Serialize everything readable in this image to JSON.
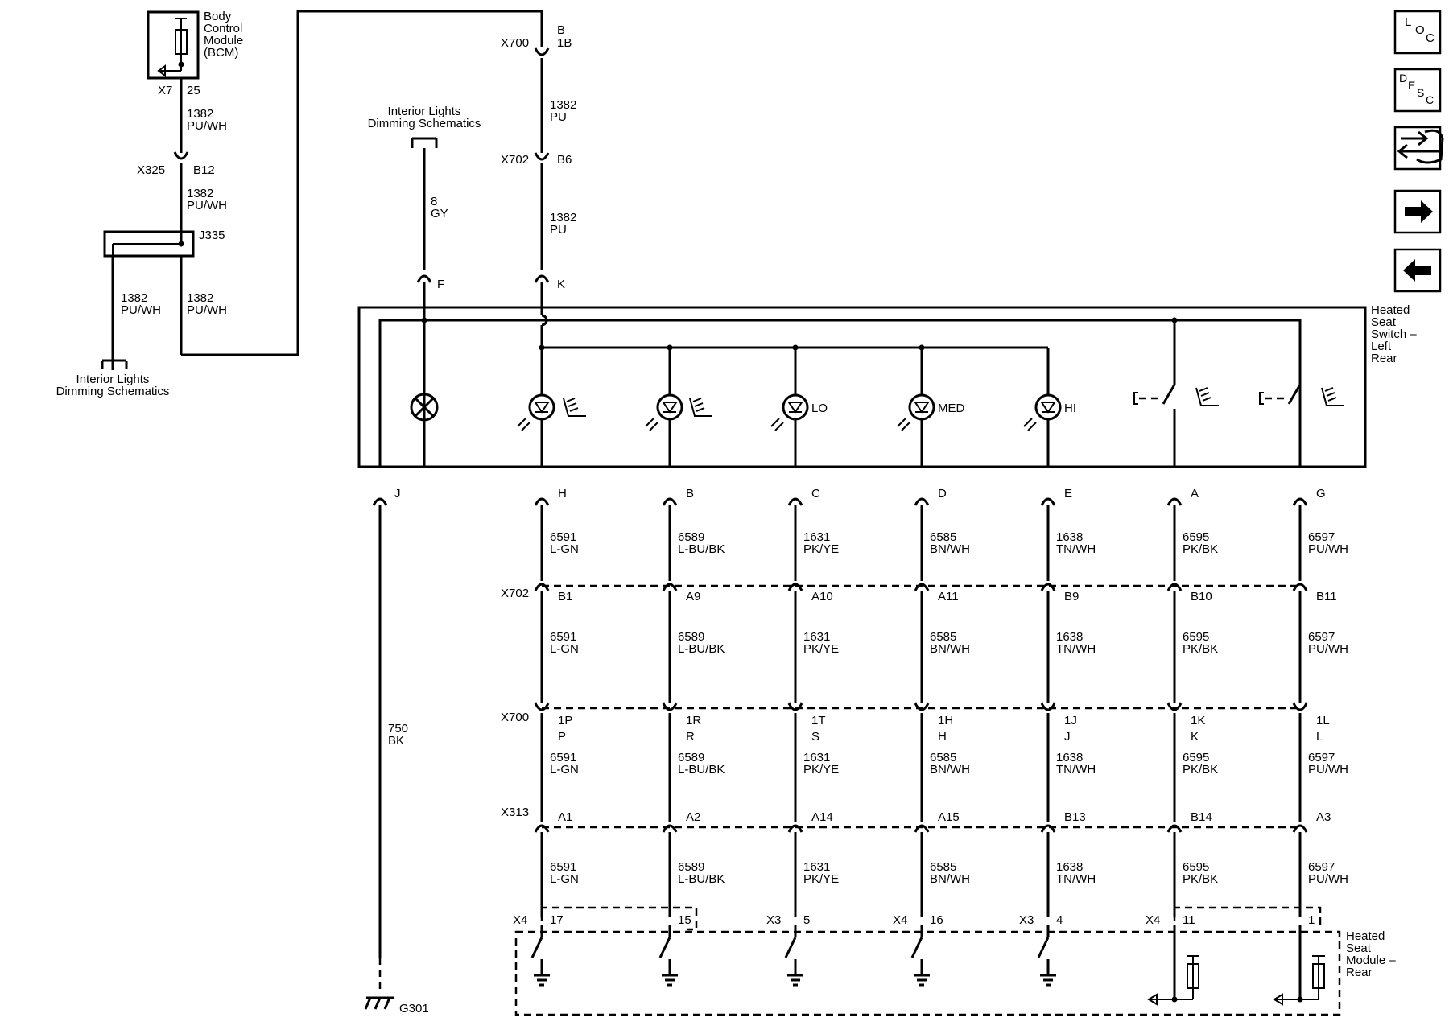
{
  "bcm": {
    "label": "Body\nControl\nModule\n(BCM)",
    "conn": "X7",
    "pin": "25"
  },
  "x325": {
    "conn": "X325",
    "pin": "B12"
  },
  "j335": {
    "label": "J335"
  },
  "bcm_wires": [
    {
      "num": "1382",
      "color": "PU/WH"
    },
    {
      "num": "1382",
      "color": "PU/WH"
    },
    {
      "num": "1382",
      "color": "PU/WH"
    },
    {
      "num": "1382",
      "color": "PU/WH"
    }
  ],
  "dimming_left": {
    "label": "Interior Lights\nDimming Schematics"
  },
  "dimming_top": {
    "label": "Interior Lights\nDimming Schematics"
  },
  "gray_wire": {
    "num": "8",
    "color": "GY",
    "pin": "F"
  },
  "x700_top": {
    "conn": "X700",
    "pin_top": "B",
    "pin_bottom": "1B"
  },
  "x702_top": {
    "conn": "X702",
    "pin": "B6"
  },
  "k_pin": "K",
  "top_wires": [
    {
      "num": "1382",
      "color": "PU"
    },
    {
      "num": "1382",
      "color": "PU"
    }
  ],
  "switch_module": {
    "label": "Heated\nSeat\nSwitch –\nLeft\nRear"
  },
  "seat_module": {
    "label": "Heated\nSeat\nModule –\nRear"
  },
  "indicator_labels": [
    "LO",
    "MED",
    "HI"
  ],
  "ground": {
    "pin": "J",
    "num": "750",
    "color": "BK",
    "label": "G301"
  },
  "connector_names": {
    "x702": "X702",
    "x700": "X700",
    "x313": "X313"
  },
  "circuits": [
    {
      "sw_pin": "H",
      "num": "6591",
      "color": "L-GN",
      "x702": "B1",
      "x700a": "1P",
      "x700b": "P",
      "x313": "A1",
      "mod_conn": "X4",
      "mod_pin": "17"
    },
    {
      "sw_pin": "B",
      "num": "6589",
      "color": "L-BU/BK",
      "x702": "A9",
      "x700a": "1R",
      "x700b": "R",
      "x313": "A2",
      "mod_conn": "",
      "mod_pin": "15"
    },
    {
      "sw_pin": "C",
      "num": "1631",
      "color": "PK/YE",
      "x702": "A10",
      "x700a": "1T",
      "x700b": "S",
      "x313": "A14",
      "mod_conn": "X3",
      "mod_pin": "5"
    },
    {
      "sw_pin": "D",
      "num": "6585",
      "color": "BN/WH",
      "x702": "A11",
      "x700a": "1H",
      "x700b": "H",
      "x313": "A15",
      "mod_conn": "X4",
      "mod_pin": "16"
    },
    {
      "sw_pin": "E",
      "num": "1638",
      "color": "TN/WH",
      "x702": "B9",
      "x700a": "1J",
      "x700b": "J",
      "x313": "B13",
      "mod_conn": "X3",
      "mod_pin": "4"
    },
    {
      "sw_pin": "A",
      "num": "6595",
      "color": "PK/BK",
      "x702": "B10",
      "x700a": "1K",
      "x700b": "K",
      "x313": "B14",
      "mod_conn": "X4",
      "mod_pin": "11"
    },
    {
      "sw_pin": "G",
      "num": "6597",
      "color": "PU/WH",
      "x702": "B11",
      "x700a": "1L",
      "x700b": "L",
      "x313": "A3",
      "mod_conn": "",
      "mod_pin": "1"
    }
  ],
  "nav": [
    {
      "name": "loc",
      "glyph": "LOC"
    },
    {
      "name": "desc",
      "glyph": "DESC"
    },
    {
      "name": "connector-end-view",
      "glyph": "connector"
    },
    {
      "name": "next",
      "glyph": "arrow-right"
    },
    {
      "name": "previous",
      "glyph": "arrow-left"
    }
  ]
}
